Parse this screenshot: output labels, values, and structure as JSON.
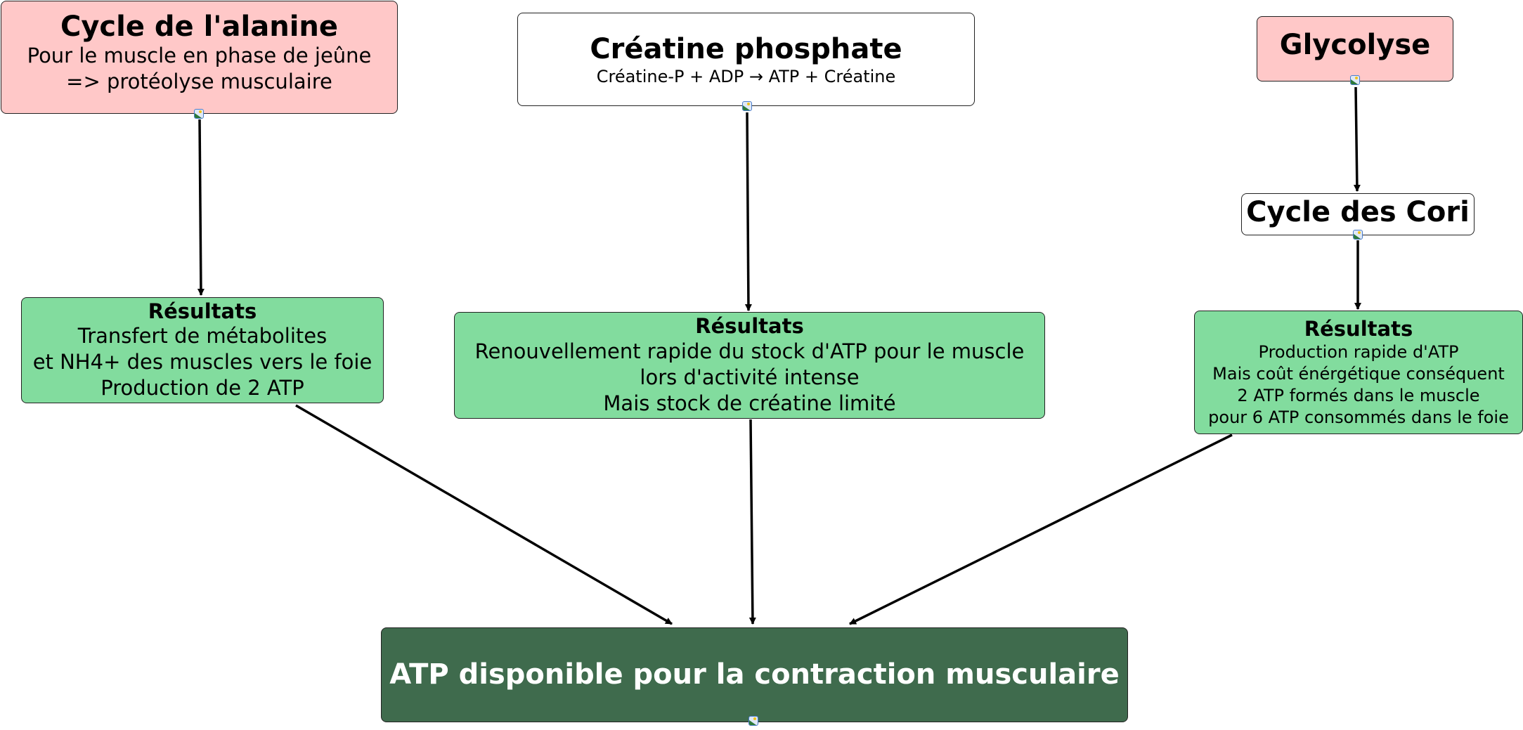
{
  "diagram": {
    "nodes": {
      "alanine": {
        "title": "Cycle de l'alanine",
        "lines": [
          "Pour le muscle en phase de jeûne",
          "=> protéolyse musculaire"
        ],
        "fill": "#ffc8c8"
      },
      "creatine": {
        "title": "Créatine phosphate",
        "lines": [
          "Créatine-P + ADP → ATP + Créatine"
        ],
        "fill": "#ffffff"
      },
      "glycolyse": {
        "title": "Glycolyse",
        "fill": "#ffc8c8"
      },
      "cori": {
        "title": "Cycle des Cori",
        "fill": "#ffffff"
      },
      "result_alanine": {
        "title": "Résultats",
        "lines": [
          "Transfert de métabolites",
          "et NH4+ des muscles vers le foie",
          "Production de 2 ATP"
        ],
        "fill": "#82dc9e"
      },
      "result_creatine": {
        "title": "Résultats",
        "lines": [
          "Renouvellement rapide du stock d'ATP pour le muscle",
          "lors d'activité intense",
          "Mais stock de créatine limité"
        ],
        "fill": "#82dc9e"
      },
      "result_cori": {
        "title": "Résultats",
        "lines": [
          "Production rapide d'ATP",
          "Mais coût énérgétique conséquent",
          "2 ATP formés dans le muscle",
          "pour 6 ATP consommés dans le foie"
        ],
        "fill": "#82dc9e"
      },
      "atp": {
        "title": "ATP disponible pour la contraction musculaire",
        "fill": "#3f6b4d"
      }
    },
    "edges": [
      {
        "from": "alanine",
        "to": "result_alanine"
      },
      {
        "from": "creatine",
        "to": "result_creatine"
      },
      {
        "from": "glycolyse",
        "to": "cori"
      },
      {
        "from": "cori",
        "to": "result_cori"
      },
      {
        "from": "result_alanine",
        "to": "atp"
      },
      {
        "from": "result_creatine",
        "to": "atp"
      },
      {
        "from": "result_cori",
        "to": "atp"
      }
    ],
    "attachment_icon": "image-attachment-icon"
  }
}
